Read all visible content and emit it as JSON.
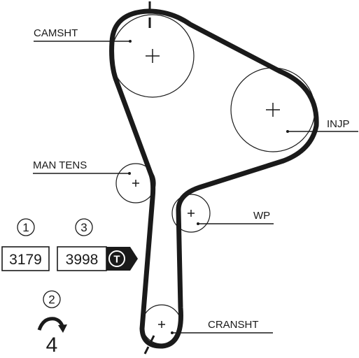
{
  "pulley_labels": {
    "camshaft": "CAMSHT",
    "injection_pump": "INJP",
    "manual_tensioner": "MAN TENS",
    "water_pump": "WP",
    "crankshaft": "CRANSHT"
  },
  "info": {
    "step1_number": "1",
    "step1_value": "3179",
    "step3_number": "3",
    "step3_value": "3998",
    "tool_letter": "T",
    "step2_number": "2",
    "rotation_turns": "4"
  },
  "colors": {
    "belt": "#1a1a1a",
    "line": "#1a1a1a",
    "background": "#ffffff"
  },
  "icons": {
    "rotation": "clockwise-rotation-arrow-icon",
    "tool": "tool-badge-icon"
  }
}
